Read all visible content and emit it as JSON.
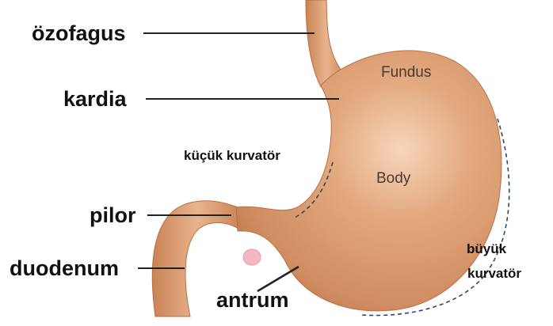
{
  "labels": {
    "ozofagus": "özofagus",
    "kardia": "kardia",
    "pilor": "pilor",
    "duodenum": "duodenum",
    "antrum": "antrum",
    "kucuk_kurvator": "küçük kurvatör",
    "buyuk_line1": "büyük",
    "buyuk_line2": "kurvatör",
    "fundus": "Fundus",
    "body": "Body"
  },
  "colors": {
    "stomach": "#d99a6e",
    "stomach_dark": "#c47d52",
    "highlight": "#f3cfb0",
    "pylorus_pink": "#f4b8c4",
    "leader_line": "#222222",
    "curvature_dash": "#334466"
  }
}
